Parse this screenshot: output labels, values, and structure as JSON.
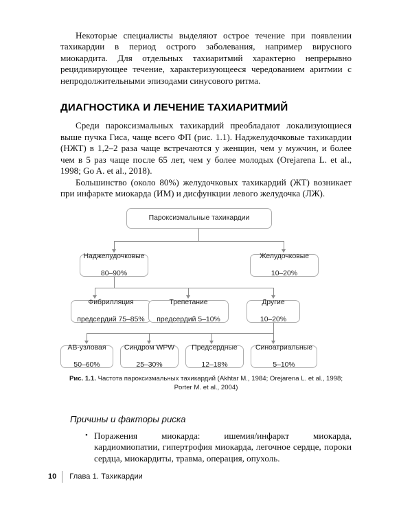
{
  "document": {
    "paragraphs": [
      "Некоторые специалисты выделяют острое течение при появлении тахикардии в период острого заболевания, например вирусного миокардита. Для отдельных тахиаритмий характерно непрерывно рецидивирующее течение, характеризующееся чередованием аритмии с непродолжительными эпизодами синусового ритма.",
      "Среди пароксизмальных тахикардий преобладают локализующиеся выше пучка Гиса, чаще всего ФП (рис. 1.1). Наджелудочковые тахикардии (НЖТ) в 1,2–2 раза чаще встречаются у женщин, чем у мужчин, и более чем в 5 раз чаще после 65 лет, чем у более молодых (Orejarena L. et al., 1998; Go A. et al., 2018).",
      "Большинство (около 80%) желудочковых тахикардий (ЖТ) возникает при инфаркте миокарда (ИМ) и дисфункции левого желудочка (ЛЖ)."
    ],
    "section_heading": "ДИАГНОСТИКА И ЛЕЧЕНИЕ ТАХИАРИТМИЙ",
    "sub_heading": "Причины и факторы риска",
    "bullets": [
      "Поражения миокарда: ишемия/инфаркт миокарда, кардиомиопатии, гипертрофия миокарда, легочное сердце, пороки сердца, миокардиты, травма, операция, опухоль."
    ]
  },
  "figure": {
    "caption_prefix": "Рис. 1.1.",
    "caption_text": " Частота пароксизмальных тахикардий (Akhtar M., 1984; Orejarena L. et al., 1998; Porter M. et al., 2004)",
    "border_color": "#adadad",
    "line_color": "#8c8c8c",
    "nodes": {
      "root": {
        "label": "Пароксизмальные тахикардии"
      },
      "level2": [
        {
          "label": "Наджелудочковые",
          "value": "80–90%"
        },
        {
          "label": "Желудочковые",
          "value": "10–20%"
        }
      ],
      "level3": [
        {
          "label": "Фибрилляция",
          "value": "предсердий 75–85%"
        },
        {
          "label": "Трепетание",
          "value": "предсердий 5–10%"
        },
        {
          "label": "Другие",
          "value": "10–20%"
        }
      ],
      "level4": [
        {
          "label": "АВ-узловая",
          "value": "50–60%"
        },
        {
          "label": "Синдром WPW",
          "value": "25–30%"
        },
        {
          "label": "Предсердные",
          "value": "12–18%"
        },
        {
          "label": "Синоатриальные",
          "value": "5–10%"
        }
      ]
    }
  },
  "footer": {
    "page_number": "10",
    "chapter_title": "Глава 1. Тахикардии"
  }
}
